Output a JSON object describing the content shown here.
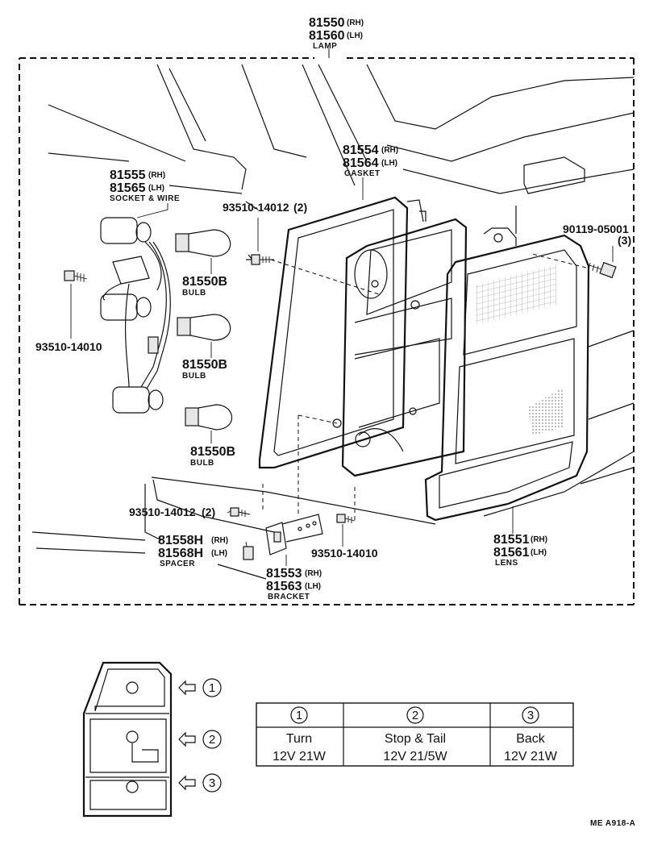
{
  "parts": {
    "lamp": {
      "pn_rh": "81550",
      "suf_rh": "(RH)",
      "pn_lh": "81560",
      "suf_lh": "(LH)",
      "name": "LAMP"
    },
    "gasket": {
      "pn_rh": "81554",
      "suf_rh": "(RH)",
      "pn_lh": "81564",
      "suf_lh": "(LH)",
      "name": "GASKET"
    },
    "socket": {
      "pn_rh": "81555",
      "suf_rh": "(RH)",
      "pn_lh": "81565",
      "suf_lh": "(LH)",
      "name": "SOCKET & WIRE"
    },
    "screw_top": {
      "pn": "93510-14012",
      "qty": "(2)"
    },
    "screw_right": {
      "pn": "90119-05001",
      "qty": "(3)"
    },
    "screw_left": {
      "pn": "93510-14010"
    },
    "bulb1": {
      "pn": "81550B",
      "name": "BULB"
    },
    "bulb2": {
      "pn": "81550B",
      "name": "BULB"
    },
    "bulb3": {
      "pn": "81550B",
      "name": "BULB"
    },
    "screw_bottom": {
      "pn": "93510-14012",
      "qty": "(2)"
    },
    "spacer": {
      "pn_rh": "81558H",
      "suf_rh": "(RH)",
      "pn_lh": "81568H",
      "suf_lh": "(LH)",
      "name": "SPACER"
    },
    "bracket": {
      "pn_rh": "81553",
      "suf_rh": "(RH)",
      "pn_lh": "81563",
      "suf_lh": "(LH)",
      "name": "BRACKET"
    },
    "screw_bracket": {
      "pn": "93510-14010"
    },
    "lens": {
      "pn_rh": "81551",
      "suf_rh": "(RH)",
      "pn_lh": "81561",
      "suf_lh": "(LH)",
      "name": "LENS"
    }
  },
  "legend": {
    "markers": [
      "1",
      "2",
      "3"
    ],
    "table": {
      "headers": [
        "1",
        "2",
        "3"
      ],
      "functions": [
        "Turn",
        "Stop & Tail",
        "Back"
      ],
      "ratings": [
        "12V 21W",
        "12V 21/5W",
        "12V 21W"
      ]
    }
  },
  "figure_code": "ME  A918-A"
}
